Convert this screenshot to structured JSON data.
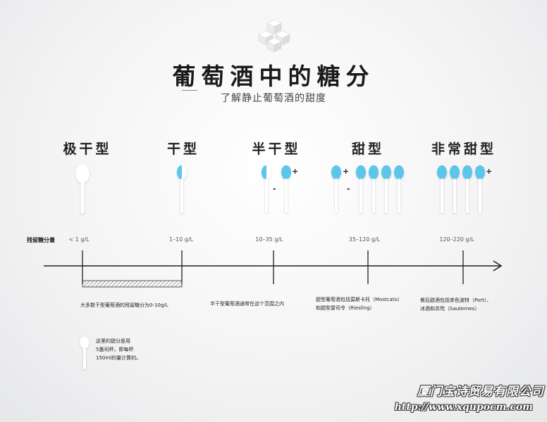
{
  "title": "葡萄酒中的糖分",
  "subtitle": "了解静止葡萄酒的甜度",
  "residual_sugar_label": "残留糖分量",
  "categories": [
    {
      "name": "极干型",
      "range": "< 1 g/L"
    },
    {
      "name": "干型",
      "range": "1–10 g/L"
    },
    {
      "name": "半干型",
      "range": "10–35 g/L"
    },
    {
      "name": "甜型",
      "range": "35–120 g/L"
    },
    {
      "name": "非常甜型",
      "range": "120–220 g/L"
    }
  ],
  "symbols": {
    "plus": "+",
    "minus": "-"
  },
  "notes": {
    "dry_range": "大多数干型葡萄酒的残留糖分为0-10g/L",
    "off_dry": "半干型葡萄酒通常在这个范围之内",
    "sweet_line1": "甜型葡萄酒包括莫斯卡托（Mostcato）",
    "sweet_line2": "和甜型雷司令（Riesling）",
    "very_sweet_line1": "餐后甜酒包括茶色波特（Port）、",
    "very_sweet_line2": "冰酒和苏玳（Sauternes）",
    "legend_line1": "这里的甜分是用",
    "legend_line2": "5盎司杯，即每杯",
    "legend_line3": "150ml的量计算的。"
  },
  "watermark": {
    "company": "厦门宝诗贸易有限公司",
    "url": "http://www.xqupocm.com"
  },
  "colors": {
    "accent": "#5bc6ea",
    "spoon": "#ffffff",
    "axis": "#1e1e1e",
    "text": "#1e1e1e"
  },
  "icons": [
    "sugar-cubes-icon",
    "spoon-icon",
    "timeline-arrow-icon"
  ]
}
